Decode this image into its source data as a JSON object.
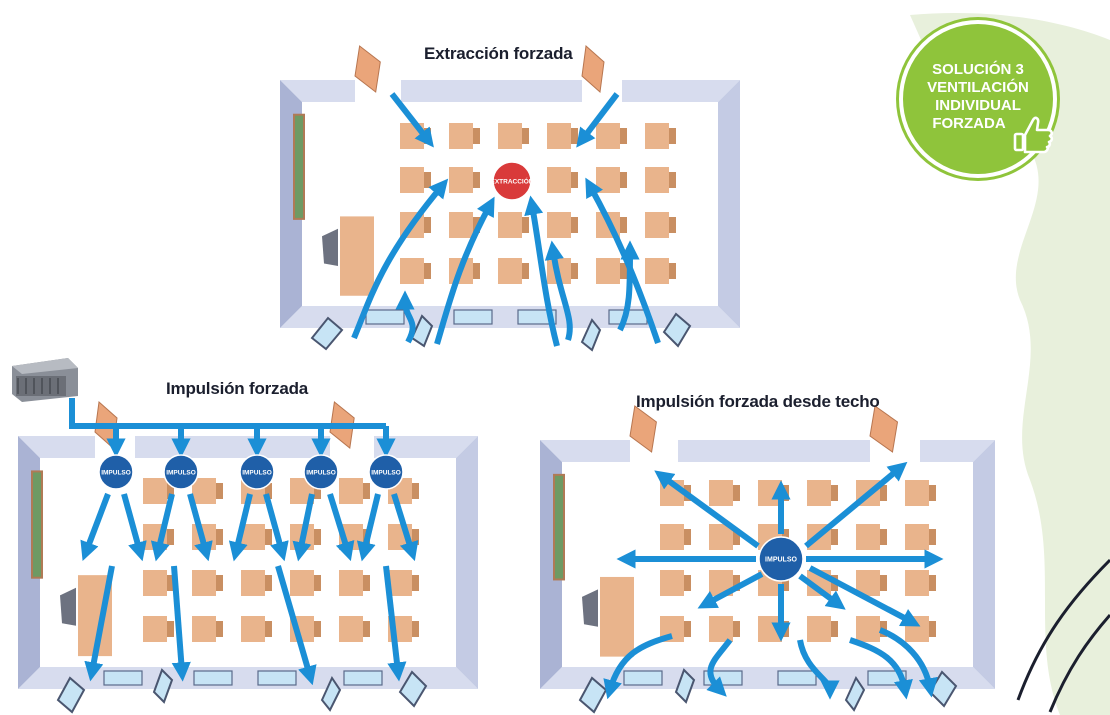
{
  "badge": {
    "lines": [
      "SOLUCIÓN 3",
      "VENTILACIÓN",
      "INDIVIDUAL",
      "FORZADA"
    ],
    "icon": "thumbs-up-icon",
    "color": "#8fc43b"
  },
  "diagrams": [
    {
      "id": "extraccion",
      "title": "Extracción forzada",
      "unit_label": "EXTRACCIÓN",
      "unit_color": "#d93a3a"
    },
    {
      "id": "impulsion",
      "title": "Impulsión forzada",
      "unit_label": "IMPULSO",
      "unit_color": "#1f5fa8",
      "units": 5
    },
    {
      "id": "techo",
      "title": "Impulsión forzada desde techo",
      "unit_label": "IMPULSO",
      "unit_color": "#1f5fa8"
    }
  ],
  "colors": {
    "airflow": "#1b8fd6",
    "wall": "#d7dcee",
    "wall_dark": "#aab3d4",
    "desk": "#e9b48c",
    "chair": "#c98f62",
    "window": "#c7e4f5",
    "board": "#6e9a63",
    "door": "#eaa57a",
    "background_accent": "#e8f0dc"
  },
  "icons": [
    "air-cooler-icon",
    "door-icon",
    "window-icon",
    "blackboard-icon",
    "teacher-desk-icon"
  ]
}
